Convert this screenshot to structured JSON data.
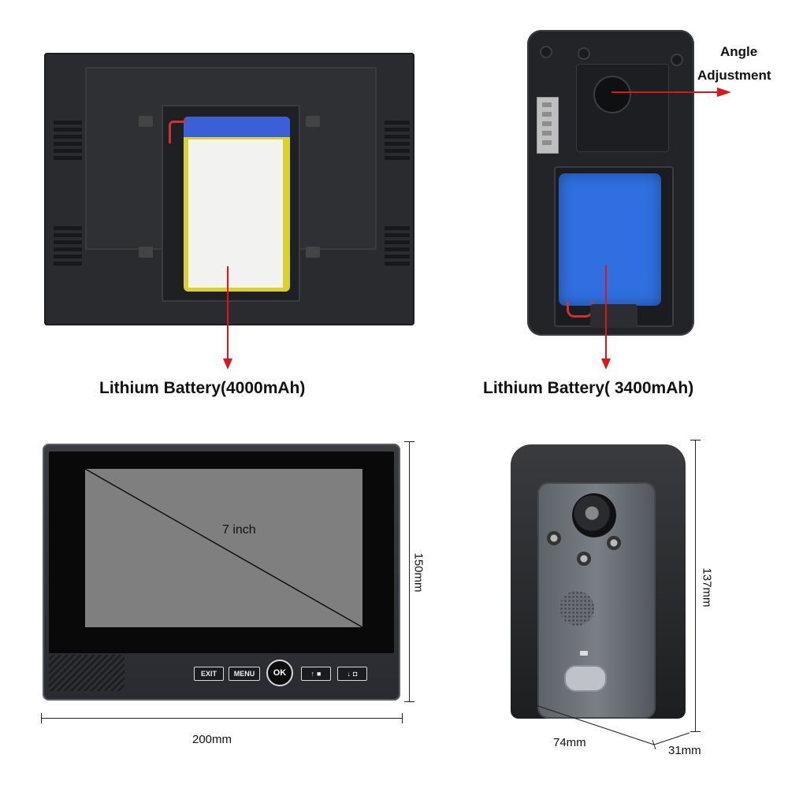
{
  "labels": {
    "angle_line1": "Angle",
    "angle_line2": "Adjustment",
    "battery_monitor": "Lithium Battery(4000mAh)",
    "battery_doorbell": "Lithium Battery( 3400mAh)",
    "screen_size": "7 inch",
    "monitor_height": "150mm",
    "monitor_width": "200mm",
    "doorbell_height": "137mm",
    "doorbell_width": "74mm",
    "doorbell_depth": "31mm"
  },
  "monitor_buttons": {
    "exit": "EXIT",
    "menu": "MENU",
    "ok": "OK",
    "up": "↑",
    "down": "↓"
  },
  "colors": {
    "arrow": "#e01616",
    "battery_yellow": "#d8d22a",
    "battery_blue": "#2f6fe0"
  }
}
